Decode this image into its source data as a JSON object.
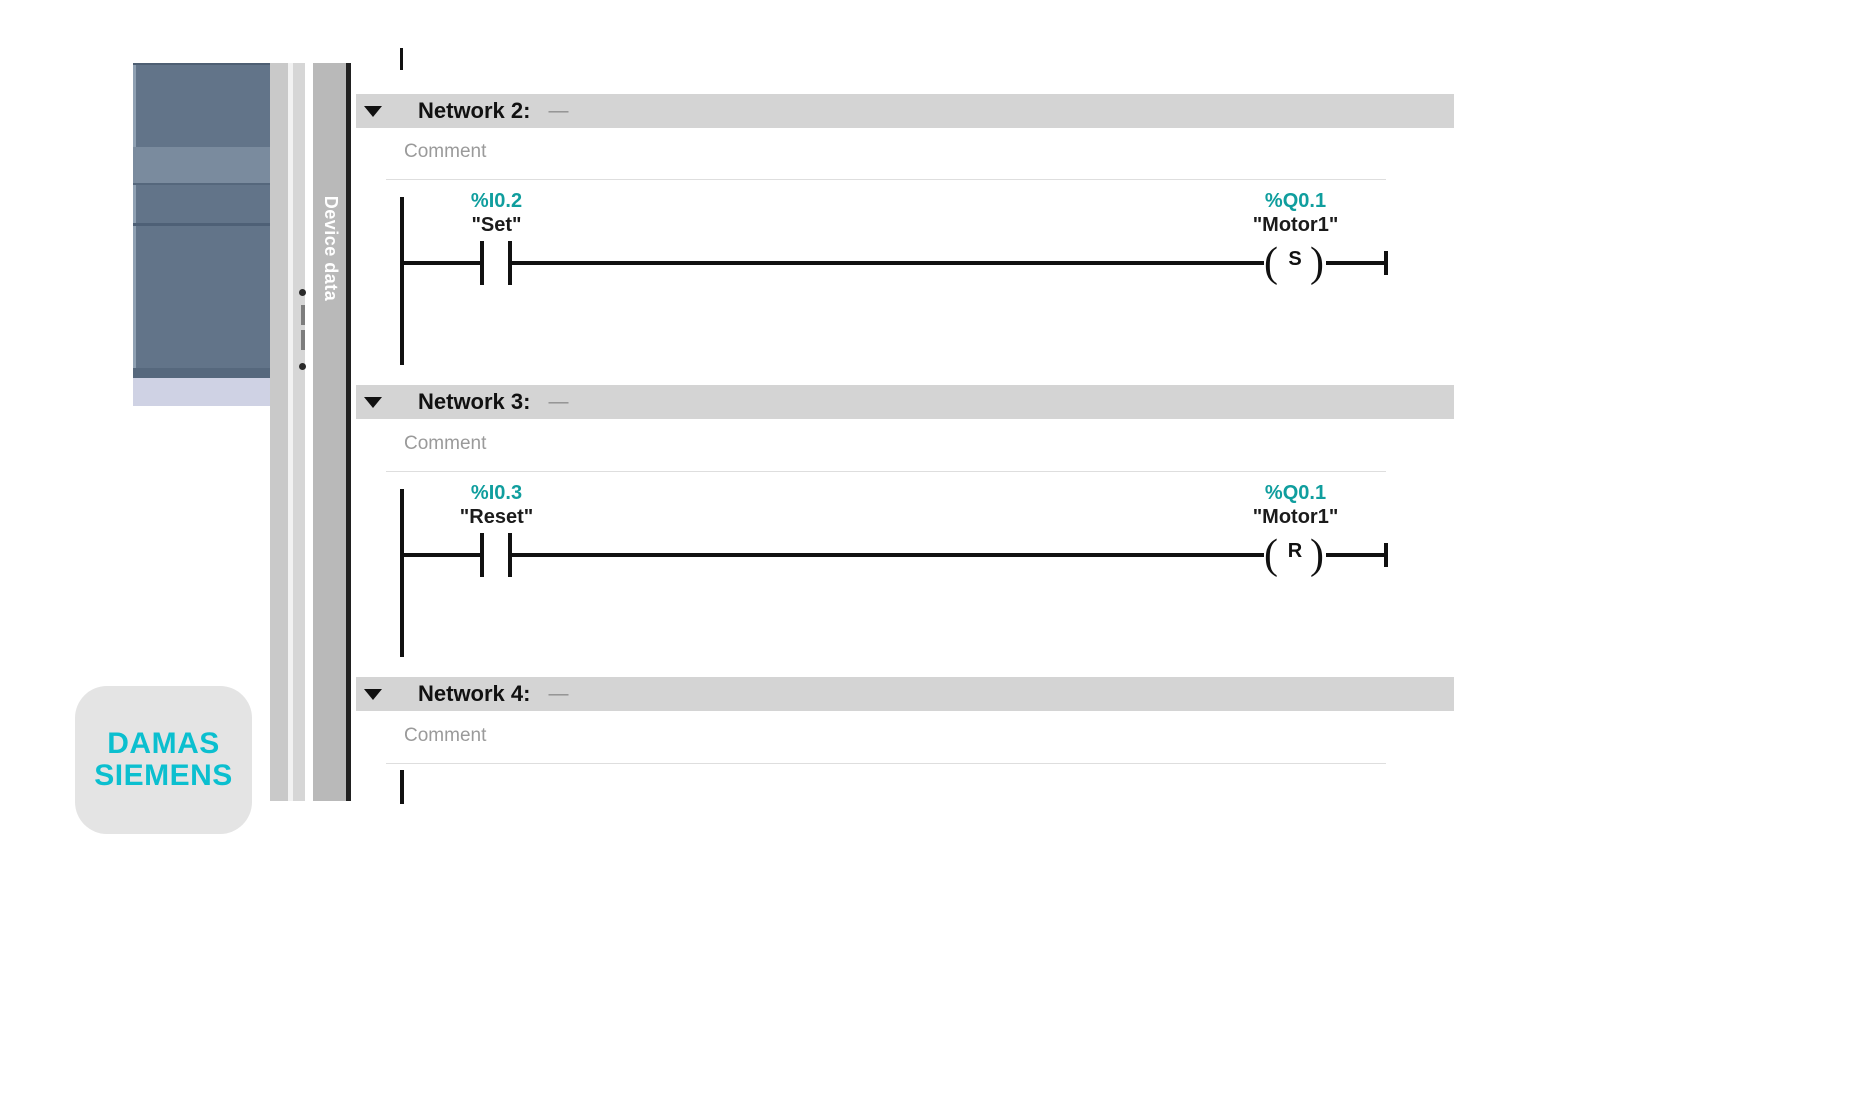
{
  "device_panel": {
    "name": "plc-device-graphic"
  },
  "side_tab": {
    "label": "Device data"
  },
  "editor": {
    "networks": [
      {
        "title": "Network 2:",
        "title_dash": "—",
        "comment": "Comment",
        "rung": {
          "input": {
            "address": "%I0.2",
            "symbol": "\"Set\"",
            "type": "normally-open-contact"
          },
          "output": {
            "address": "%Q0.1",
            "symbol": "\"Motor1\"",
            "coil_letter": "S",
            "type": "set-coil"
          }
        }
      },
      {
        "title": "Network 3:",
        "title_dash": "—",
        "comment": "Comment",
        "rung": {
          "input": {
            "address": "%I0.3",
            "symbol": "\"Reset\"",
            "type": "normally-open-contact"
          },
          "output": {
            "address": "%Q0.1",
            "symbol": "\"Motor1\"",
            "coil_letter": "R",
            "type": "reset-coil"
          }
        }
      },
      {
        "title": "Network 4:",
        "title_dash": "—",
        "comment": "Comment",
        "rung": null
      }
    ]
  },
  "logo": {
    "line1": "DAMAS",
    "line2": "SIEMENS",
    "color": "#0bbfcf"
  },
  "colors": {
    "accent_teal": "#109e9e",
    "network_header_bg": "#d4d4d4",
    "device_panel_bg": "#627489",
    "tab_bg": "#b9b9b9"
  }
}
